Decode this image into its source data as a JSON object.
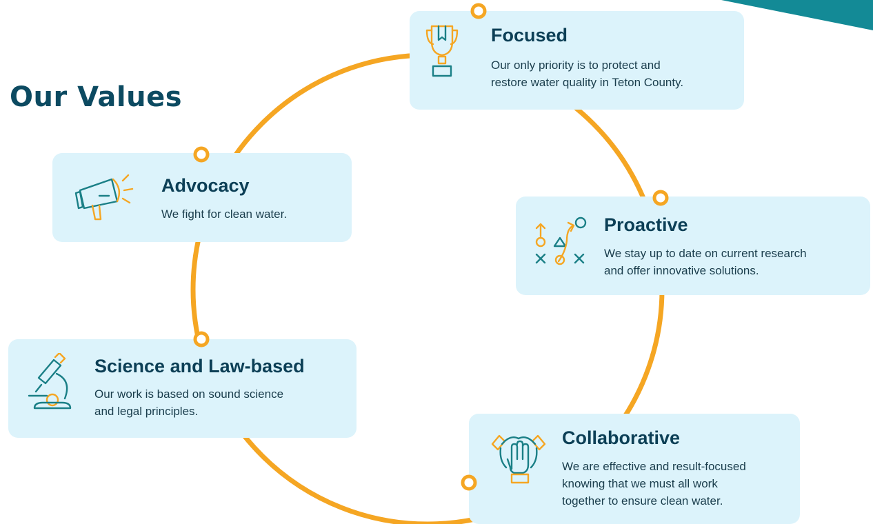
{
  "page": {
    "title": "Our Values"
  },
  "values": [
    {
      "id": "focused",
      "name": "Focused",
      "description": "Our only priority is to protect and\nrestore water quality in Teton County.",
      "icon": "trophy-icon"
    },
    {
      "id": "advocacy",
      "name": "Advocacy",
      "description": "We fight for clean water.",
      "icon": "megaphone-icon"
    },
    {
      "id": "proactive",
      "name": "Proactive",
      "description": "We stay up to date on current research\nand offer innovative solutions.",
      "icon": "strategy-play-icon"
    },
    {
      "id": "science",
      "name": "Science and Law-based",
      "description": "Our work is based on sound science\nand legal principles.",
      "icon": "microscope-icon"
    },
    {
      "id": "collaborative",
      "name": "Collaborative",
      "description": "We are effective and result-focused\nknowing that we must all work\ntogether to ensure clean water.",
      "icon": "joined-hands-icon"
    }
  ],
  "colors": {
    "accent_orange": "#f5a623",
    "title_navy": "#0c4a61",
    "card_bg": "#dcf3fb",
    "icon_teal": "#1a7f86",
    "corner_teal": "#138a96"
  }
}
